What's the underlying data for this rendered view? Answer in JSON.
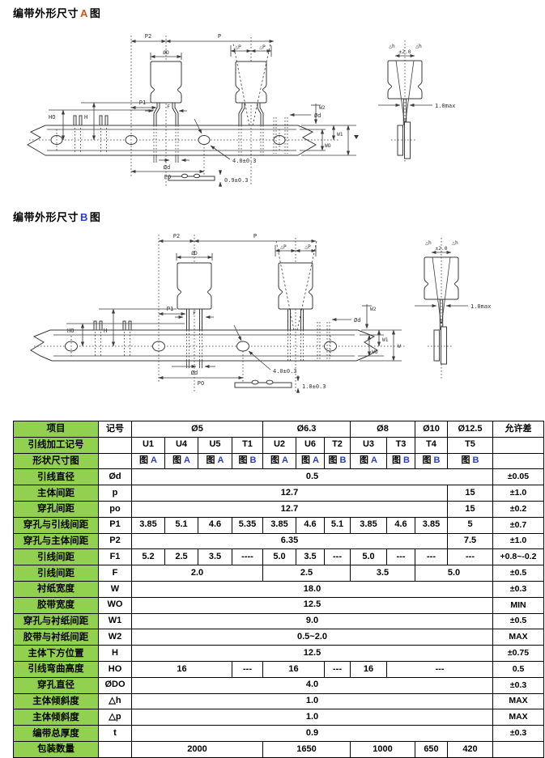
{
  "colors": {
    "header_green": "#92d050",
    "table_border": "#000000",
    "diagram_line": "#3a3a3a",
    "title_letter_a": "#c05a1e",
    "table_letter_blue": "#2b3fc4"
  },
  "diagram_a": {
    "title_prefix": "编带外形尺寸",
    "title_letter": "A",
    "title_suffix": "图",
    "labels": {
      "p2": "P2",
      "p": "P",
      "dp1": "△P",
      "dp2": "△P",
      "od_body": "ØD",
      "p1": "P1",
      "f": "F",
      "ho": "HO",
      "h": "H",
      "od_lead": "Ød",
      "w2": "W2",
      "w1": "W1",
      "wo": "WO",
      "od_bottom": "Ød",
      "po": "PO",
      "hole_dia": "4.0±0.3",
      "strip_thickness": "0.9±0.3",
      "dh1": "△h",
      "dh2": "△h",
      "pm2": "±2.0",
      "lean_max": "1.0max"
    }
  },
  "diagram_b": {
    "title_prefix": "编带外形尺寸",
    "title_letter": "B",
    "title_suffix": "图",
    "labels": {
      "p2": "P2",
      "p": "P",
      "dp1": "△P",
      "dp2": "△P",
      "od_body": "ØD",
      "p1": "P1",
      "f": "F",
      "ho": "HO",
      "h": "H",
      "od_lead": "Ød",
      "w2": "W2",
      "w1": "W1",
      "wo": "WO",
      "w": "W",
      "od_bottom": "Ød",
      "po": "PO",
      "hole_dia": "4.0±0.3",
      "strip_thickness": "1.0±0.3",
      "dh1": "△h",
      "dh2": "△h",
      "pm2": "±2.0",
      "lean_max": "1.0max"
    }
  },
  "table": {
    "rows": [
      {
        "label": "项目",
        "symbol": "记号",
        "cells": [
          {
            "t": "Ø5"
          },
          {
            "t": "Ø6.3"
          },
          {
            "t": "Ø8"
          },
          {
            "t": "Ø10"
          },
          {
            "t": "Ø12.5"
          }
        ],
        "tolerance": "允许差"
      },
      {
        "label": "引线加工记号",
        "symbol": "",
        "cells": [
          {
            "t": "U1"
          },
          {
            "t": "U4"
          },
          {
            "t": "U5"
          },
          {
            "t": "T1"
          },
          {
            "t": "U2"
          },
          {
            "t": "U6"
          },
          {
            "t": "T2"
          },
          {
            "t": "U3"
          },
          {
            "t": "T3"
          },
          {
            "t": "T4"
          },
          {
            "t": "T5"
          }
        ],
        "tolerance": ""
      },
      {
        "label": "形状尺寸图",
        "symbol": "",
        "cells": [
          {
            "p": "图",
            "l": "A"
          },
          {
            "p": "图",
            "l": "A"
          },
          {
            "p": "图",
            "l": "A"
          },
          {
            "p": "图",
            "l": "B"
          },
          {
            "p": "图",
            "l": "A"
          },
          {
            "p": "图",
            "l": "A"
          },
          {
            "p": "图",
            "l": "B"
          },
          {
            "p": "图",
            "l": "A"
          },
          {
            "p": "图",
            "l": "B"
          },
          {
            "p": "图",
            "l": "B"
          },
          {
            "p": "图",
            "l": "B"
          }
        ],
        "tolerance": ""
      },
      {
        "label": "引线直径",
        "symbol": "Ød",
        "cells": [
          {
            "t": "0.5"
          }
        ],
        "tolerance": "±0.05"
      },
      {
        "label": "主体间距",
        "symbol": "p",
        "cells": [
          {
            "t": "12.7"
          },
          {
            "t": "15"
          }
        ],
        "tolerance": "±1.0"
      },
      {
        "label": "穿孔间距",
        "symbol": "po",
        "cells": [
          {
            "t": "12.7"
          },
          {
            "t": "15"
          }
        ],
        "tolerance": "±0.2"
      },
      {
        "label": "穿孔与引线间距",
        "symbol": "P1",
        "cells": [
          {
            "t": "3.85"
          },
          {
            "t": "5.1"
          },
          {
            "t": "4.6"
          },
          {
            "t": "5.35"
          },
          {
            "t": "3.85"
          },
          {
            "t": "4.6"
          },
          {
            "t": "5.1"
          },
          {
            "t": "3.85"
          },
          {
            "t": "4.6"
          },
          {
            "t": "3.85"
          },
          {
            "t": "5"
          }
        ],
        "tolerance": "±0.7"
      },
      {
        "label": "穿孔与主体间距",
        "symbol": "P2",
        "cells": [
          {
            "t": "6.35"
          },
          {
            "t": "7.5"
          }
        ],
        "tolerance": "±1.0"
      },
      {
        "label": "引线间距",
        "symbol": "F1",
        "cells": [
          {
            "t": "5.2"
          },
          {
            "t": "2.5"
          },
          {
            "t": "3.5"
          },
          {
            "t": "----"
          },
          {
            "t": "5.0"
          },
          {
            "t": "3.5"
          },
          {
            "t": "---"
          },
          {
            "t": "5.0"
          },
          {
            "t": "---"
          },
          {
            "t": "---"
          },
          {
            "t": "---"
          }
        ],
        "tolerance": "+0.8~-0.2"
      },
      {
        "label": "引线间距",
        "symbol": "F",
        "cells": [
          {
            "t": "2.0"
          },
          {
            "t": "2.5"
          },
          {
            "t": "3.5"
          },
          {
            "t": "5.0"
          }
        ],
        "tolerance": "±0.5"
      },
      {
        "label": "衬纸宽度",
        "symbol": "W",
        "cells": [
          {
            "t": "18.0"
          }
        ],
        "tolerance": "±0.3"
      },
      {
        "label": "胶带宽度",
        "symbol": "WO",
        "cells": [
          {
            "t": "12.5"
          }
        ],
        "tolerance": "MIN"
      },
      {
        "label": "穿孔与衬纸间距",
        "symbol": "W1",
        "cells": [
          {
            "t": "9.0"
          }
        ],
        "tolerance": "±0.5"
      },
      {
        "label": "胶带与衬纸间距",
        "symbol": "W2",
        "cells": [
          {
            "t": "0.5~2.0"
          }
        ],
        "tolerance": "MAX"
      },
      {
        "label": "主体下方位置",
        "symbol": "H",
        "cells": [
          {
            "t": "12.5"
          }
        ],
        "tolerance": "±0.75"
      },
      {
        "label": "引线弯曲高度",
        "symbol": "HO",
        "cells": [
          {
            "t": "16"
          },
          {
            "t": "---"
          },
          {
            "t": "16"
          },
          {
            "t": "---"
          },
          {
            "t": "16"
          },
          {
            "t": "---"
          }
        ],
        "tolerance": "0.5"
      },
      {
        "label": "穿孔直径",
        "symbol": "ØDO",
        "cells": [
          {
            "t": "4.0"
          }
        ],
        "tolerance": "±0.3"
      },
      {
        "label": "主体倾斜度",
        "symbol": "△h",
        "cells": [
          {
            "t": "1.0"
          }
        ],
        "tolerance": "MAX"
      },
      {
        "label": "主体倾斜度",
        "symbol": "△p",
        "cells": [
          {
            "t": "1.0"
          }
        ],
        "tolerance": "MAX"
      },
      {
        "label": "编带总厚度",
        "symbol": "t",
        "cells": [
          {
            "t": "0.9"
          }
        ],
        "tolerance": "±0.3"
      },
      {
        "label": "包装数量",
        "symbol": "",
        "cells": [
          {
            "t": "2000"
          },
          {
            "t": "1650"
          },
          {
            "t": "1000"
          },
          {
            "t": "650"
          },
          {
            "t": "420"
          }
        ],
        "tolerance": ""
      }
    ]
  }
}
